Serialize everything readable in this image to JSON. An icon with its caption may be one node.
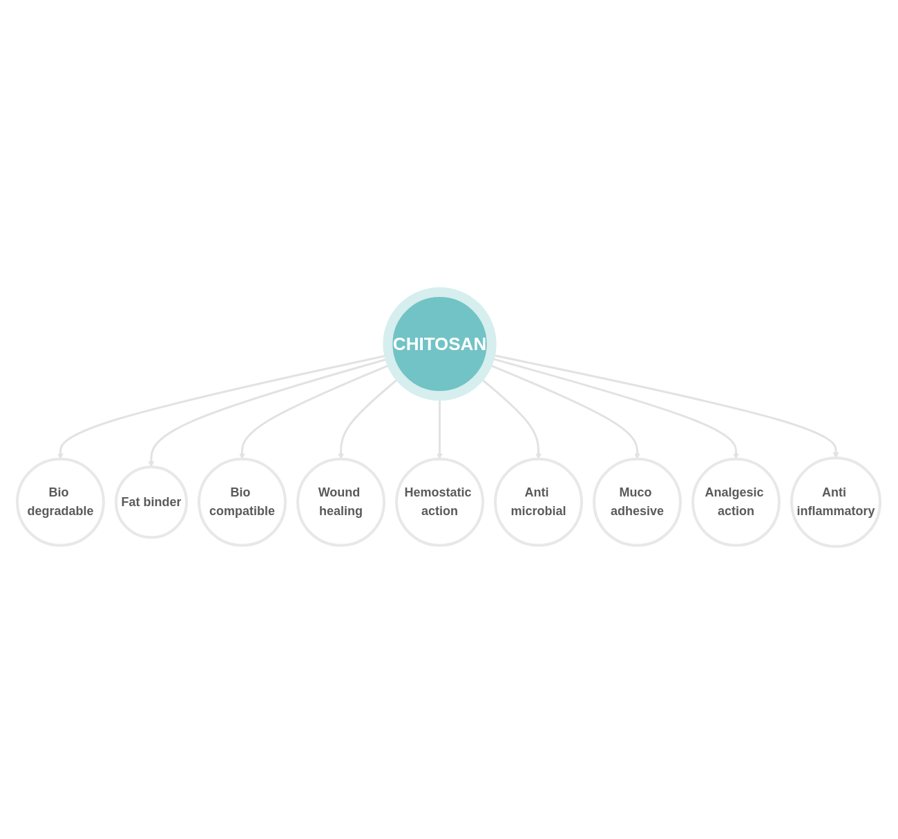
{
  "diagram": {
    "nodes": [
      {
        "text": [
          "CHITOSAN"
        ]
      },
      {
        "text": [
          "Bio degradable"
        ]
      },
      {
        "text": [
          "Fat binder"
        ]
      },
      {
        "text": [
          "Bio compatible"
        ]
      },
      {
        "text": [
          "Wound healing"
        ]
      },
      {
        "text": [
          "Hemostatic action"
        ]
      },
      {
        "text": [
          "Anti microbial"
        ]
      },
      {
        "text": [
          "Muco adhesive"
        ]
      },
      {
        "text": [
          "Analgesic action"
        ]
      },
      {
        "text": [
          "Anti inflammatory"
        ]
      }
    ],
    "edges": [
      {
        "from": 0,
        "to": 1,
        "arrow": "to"
      },
      {
        "from": 0,
        "to": 2,
        "arrow": "to"
      },
      {
        "from": 0,
        "to": 3,
        "arrow": "to"
      },
      {
        "from": 0,
        "to": 4,
        "arrow": "to"
      },
      {
        "from": 0,
        "to": 5,
        "arrow": "to"
      },
      {
        "from": 0,
        "to": 6,
        "arrow": "to"
      },
      {
        "from": 0,
        "to": 7,
        "arrow": "to"
      },
      {
        "from": 0,
        "to": 8,
        "arrow": "to"
      },
      {
        "from": 0,
        "to": 9,
        "arrow": "to"
      }
    ]
  }
}
